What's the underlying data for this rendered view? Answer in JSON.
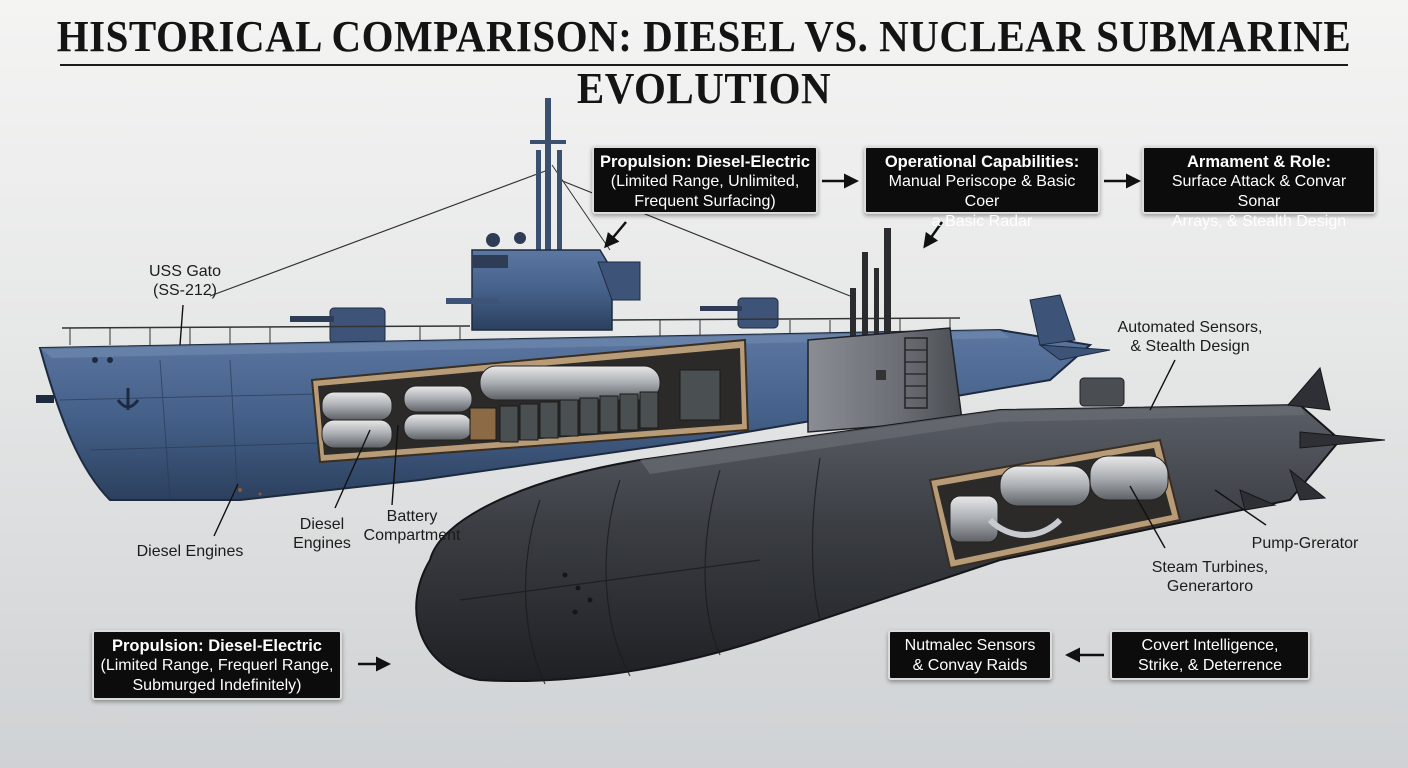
{
  "title": "HISTORICAL COMPARISON: DIESEL VS. NUCLEAR SUBMARINE EVOLUTION",
  "callouts": {
    "top_propulsion": {
      "heading": "Propulsion: Diesel-Electric",
      "lines": [
        "(Limited Range, Unlimited,",
        "Frequent Surfacing)"
      ]
    },
    "top_operational": {
      "heading": "Operational Capabilities:",
      "lines": [
        "Manual Periscope & Basic Coer",
        "a Basic Radar"
      ]
    },
    "top_armament": {
      "heading": "Armament & Role:",
      "lines": [
        "Surface Attack & Convar Sonar",
        "Arrays, & Stealth Design"
      ]
    },
    "bottom_propulsion": {
      "heading": "Propulsion: Diesel-Electric",
      "lines": [
        "(Limited Range, Frequerl Range,",
        "Submurged Indefinitely)"
      ]
    },
    "bottom_sensors": {
      "lines": [
        "Nutmalec Sensors",
        "& Convay Raids"
      ]
    },
    "bottom_covert": {
      "lines": [
        "Covert Intelligence,",
        "Strike, & Deterrence"
      ]
    }
  },
  "labels": {
    "uss_gato": [
      "USS Gato",
      "(SS-212)"
    ],
    "diesel_engines_left": [
      "Diesel Engines"
    ],
    "diesel_engines_mid": [
      "Diesel",
      "Engines"
    ],
    "battery": [
      "Battery",
      "Compartment"
    ],
    "automated_sensors": [
      "Automated Sensors,",
      "& Stealth Design"
    ],
    "pump_generator": [
      "Pump-Grerator"
    ],
    "steam_turbines": [
      "Steam Turbines,",
      "Generartoro"
    ]
  },
  "colors": {
    "diesel_hull": "#45618a",
    "diesel_hull_dark": "#2c405e",
    "nuclear_hull": "#3a3d42",
    "nuclear_hull_dark": "#222428",
    "callout_bg": "#0c0c0c",
    "compartment": "#b89c78"
  }
}
